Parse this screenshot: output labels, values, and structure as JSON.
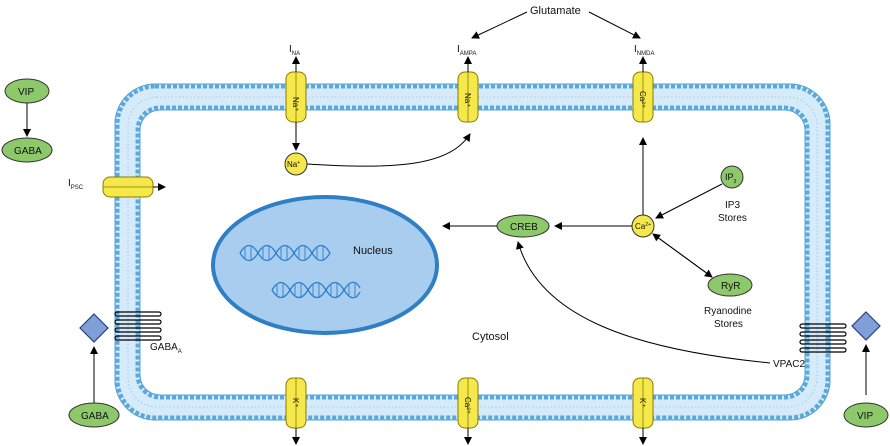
{
  "labels": {
    "glutamate": "Glutamate",
    "i_na": "I",
    "i_na_sub": "NA",
    "i_ampa": "I",
    "i_ampa_sub": "AMPA",
    "i_nmda": "I",
    "i_nmda_sub": "NMDA",
    "i_psc": "I",
    "i_psc_sub": "PSC",
    "nucleus": "Nucleus",
    "cytosol": "Cytosol",
    "ip3_stores": "IP3",
    "ip3_stores_2": "Stores",
    "ryanodine_1": "Ryanodine",
    "ryanodine_2": "Stores",
    "vpac2": "VPAC2",
    "gaba_a": "GABA",
    "gaba_a_sub": "A"
  },
  "nodes": {
    "vip_left": "VIP",
    "gaba_top": "GABA",
    "gaba_bottom": "GABA",
    "vip_right": "VIP",
    "creb": "CREB",
    "ryr": "RyR",
    "ip3": "IP",
    "ip3_sub": "3",
    "ca_cyto": "Ca",
    "ca_cyto_sup": "2+",
    "na_cyto": "Na",
    "na_cyto_sup": "+"
  },
  "channels": {
    "na_top": "Na⁺",
    "ampa_top": "Na⁺",
    "nmda_top": "Ca²⁺",
    "k_bottom_left": "K⁺",
    "ca_bottom": "Ca²⁺",
    "k_bottom_right": "K⁺"
  },
  "colors": {
    "membrane": "#a8d4f0",
    "membrane_stroke": "#5ba6d8",
    "nucleus_fill": "#a9cdee",
    "nucleus_stroke": "#2e7fc4",
    "channel": "#f5e84a",
    "node_green": "#8dc86b",
    "receptor": "#7f9fd9",
    "dna": "#2d7fd0"
  }
}
